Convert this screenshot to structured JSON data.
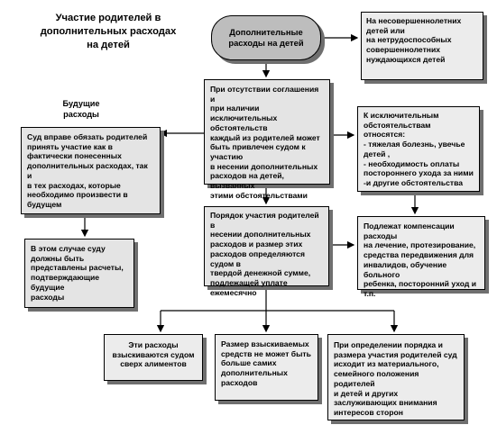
{
  "title": "Участие родителей в\nдополнительных расходах\nна детей",
  "future_label": "Будущие\nрасходы",
  "nodes": {
    "root": "Дополнительные\nрасходы на детей",
    "recipients": "На несовершеннолетних\nдетей или\nна нетрудоспособных\nсовершеннолетних\nнуждающихся детей",
    "condition": "При отсутствии соглашения и\nпри наличии исключительных\nобстоятельств\nкаждый из родителей может\nбыть привлечен судом к участию\nв несении дополнительных\nрасходов на детей, вызванных\nэтими обстоятельствами",
    "exceptional": "К исключительным\nобстоятельствам относятся:\n- тяжелая болезнь, увечье\nдетей ,\n- необходимость оплаты\nпостороннего ухода за ними\n-и другие обстоятельства",
    "future_court": "Суд вправе обязать родителей\nпринять участие как в\nфактически понесенных\nдополнительных расходах, так и\nв тех расходах, которые\nнеобходимо произвести в\nбудущем",
    "order": "Порядок участия родителей в\nнесении дополнительных\nрасходов и размер этих\nрасходов определяются судом в\nтвердой денежной сумме,\nподлежащей уплате ежемесячно",
    "compensation": "Подлежат компенсации расходы\nна лечение, протезирование,\nсредства передвижения для\nинвалидов, обучение больного\nребенка, посторонний уход и т.п.",
    "evidence": "В этом случае суду\nдолжны быть\nпредставлены расчеты,\nподтверждающие будущие\nрасходы",
    "over_alimony": "Эти расходы\nвзыскиваются судом\nсверх алиментов",
    "amount_limit": "Размер взыскиваемых\nсредств не может быть\nбольше самих\nдополнительных\nрасходов",
    "determination": "При определении порядка и\nразмера участия родителей суд\nисходит из материального,\nсемейного положения родителей\nи детей и других\nзаслуживающих внимания\nинтересов сторон"
  },
  "colors": {
    "box_fill": "#e4e4e4",
    "oval_fill": "#bdbdbd",
    "shadow": "#6f6f6f",
    "line": "#000000"
  }
}
